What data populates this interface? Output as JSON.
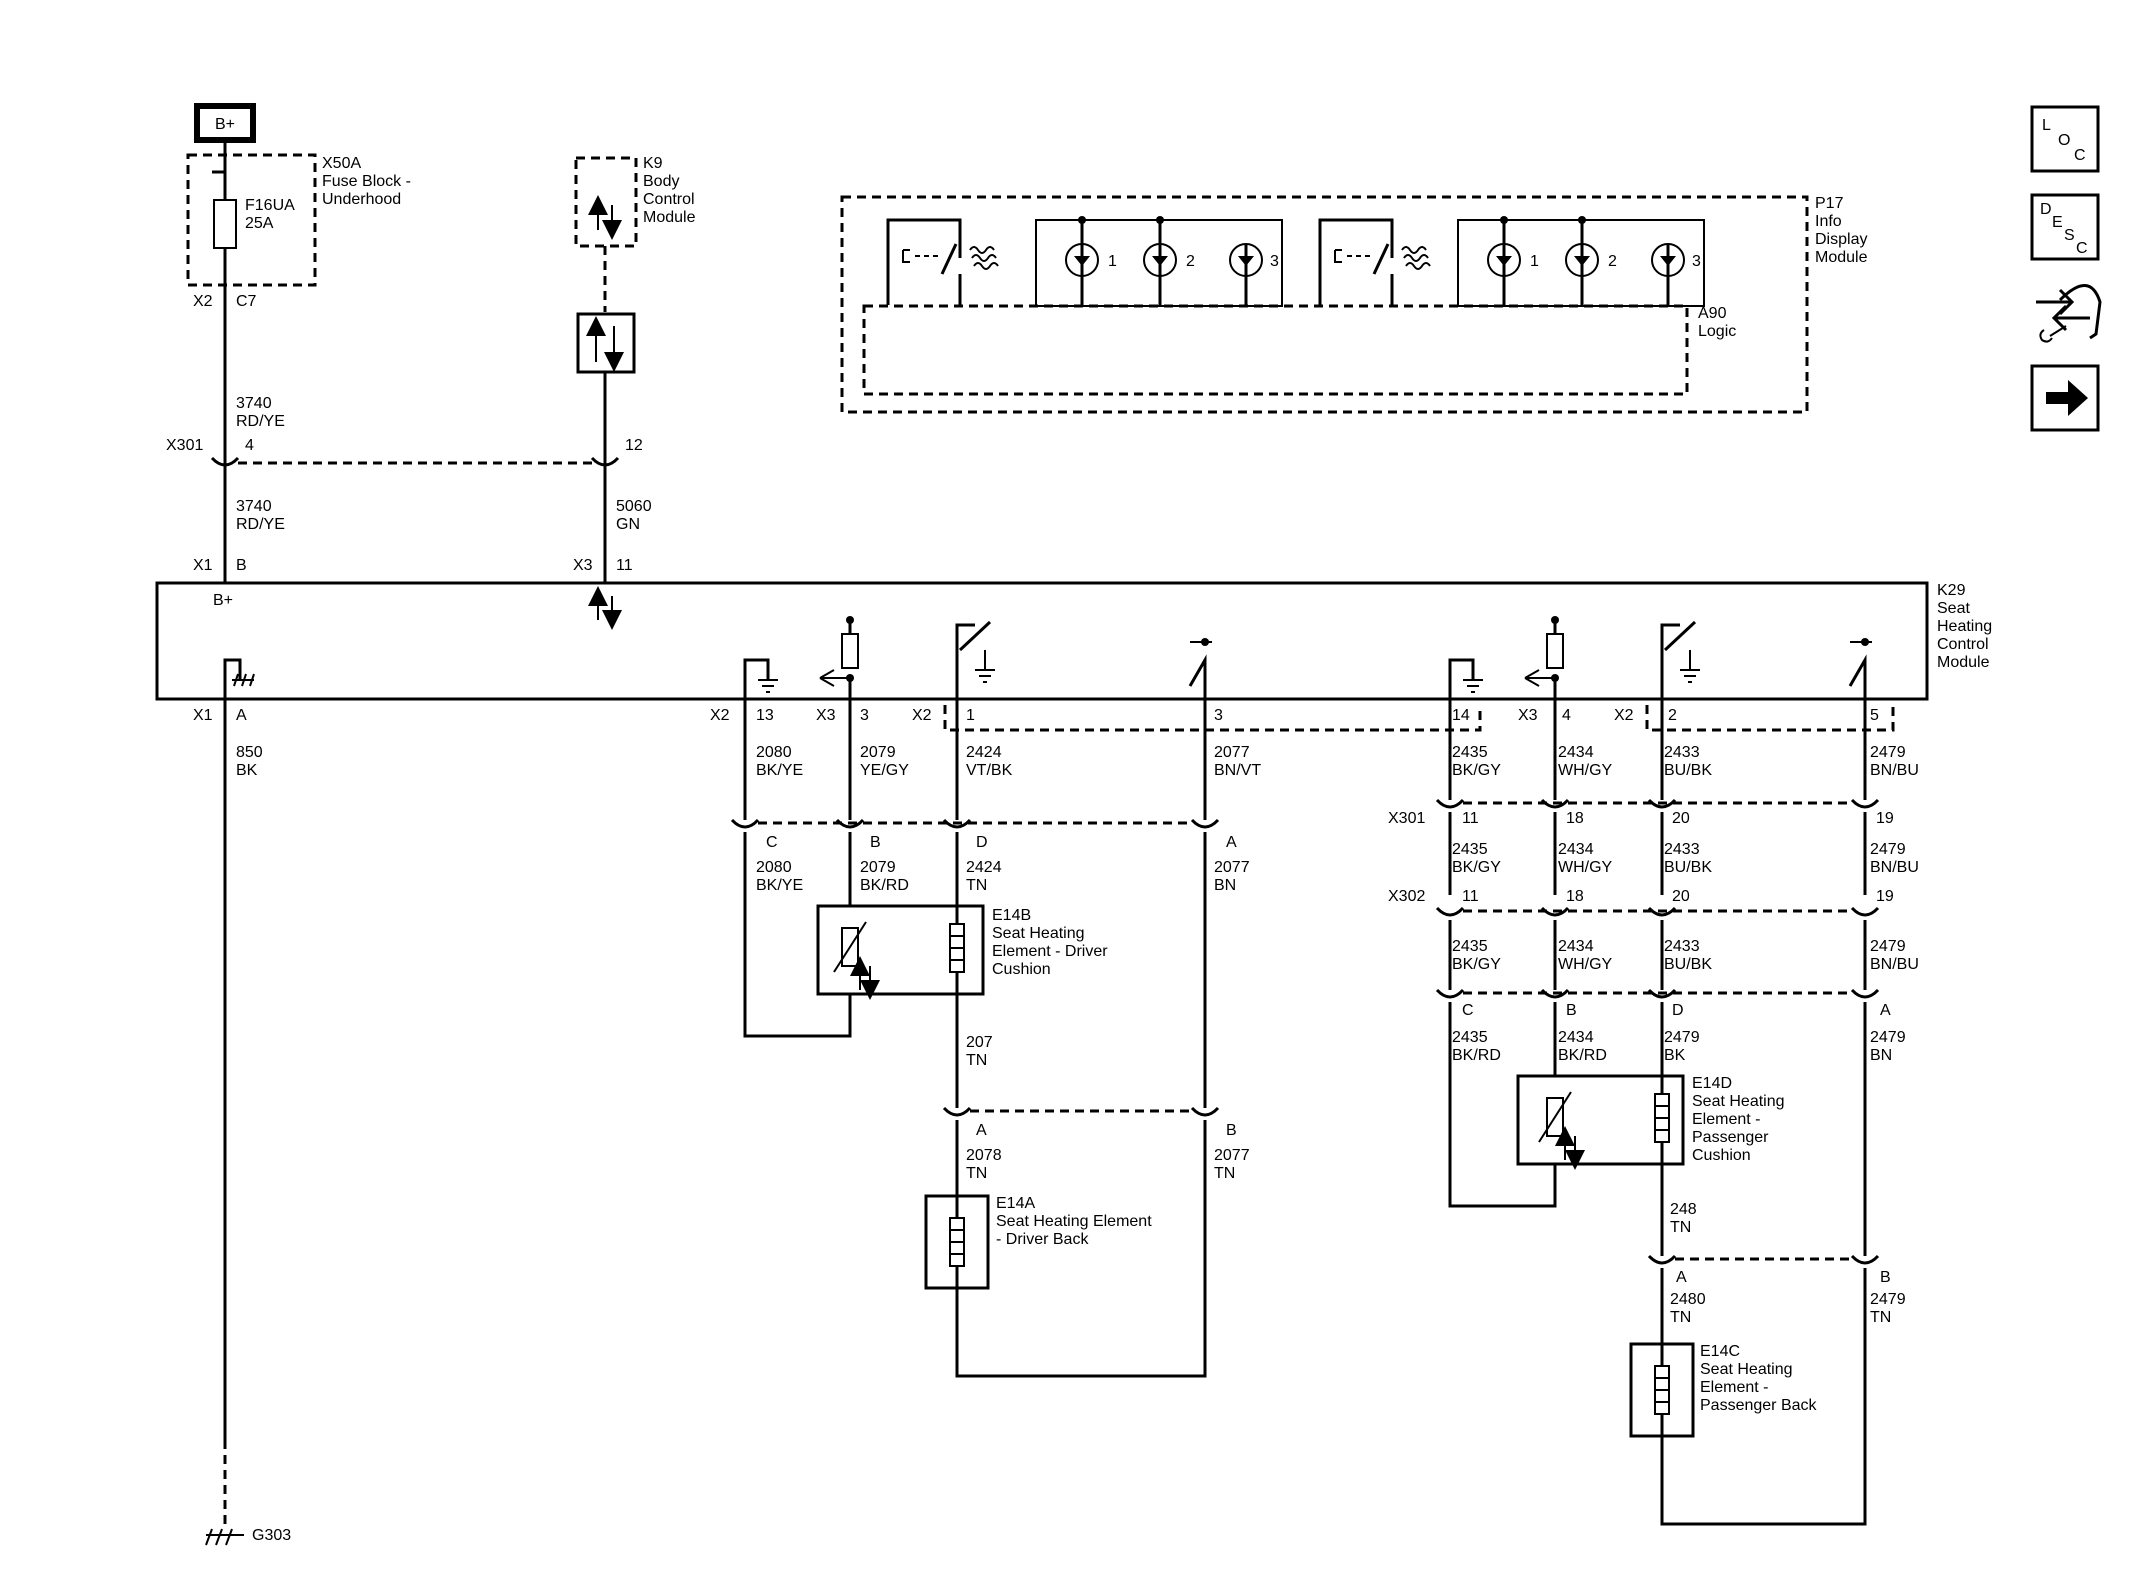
{
  "power": {
    "b_plus": "B+"
  },
  "fuse_block": {
    "id": "X50A",
    "name_l1": "Fuse Block -",
    "name_l2": "Underhood",
    "fuse_id": "F16UA",
    "fuse_rating": "25A",
    "conn": "X2",
    "pin": "C7"
  },
  "bcm": {
    "id": "K9",
    "name_l1": "Body",
    "name_l2": "Control",
    "name_l3": "Module"
  },
  "display": {
    "id": "P17",
    "name_l1": "Info",
    "name_l2": "Display",
    "name_l3": "Module",
    "logic_id": "A90",
    "logic_name": "Logic",
    "led_numbers": [
      "1",
      "2",
      "3"
    ]
  },
  "k29": {
    "id": "K29",
    "name_l1": "Seat",
    "name_l2": "Heating",
    "name_l3": "Control",
    "name_l4": "Module",
    "b_plus": "B+"
  },
  "connectors": {
    "x301": "X301",
    "x302": "X302",
    "x1": "X1",
    "x2": "X2",
    "x3": "X3"
  },
  "pins": {
    "x301_4": "4",
    "x301_12": "12",
    "x1_b": "B",
    "x3_11": "11",
    "x1_a": "A",
    "x2_13": "13",
    "x3_3": "3",
    "x2_1": "1",
    "pin3": "3",
    "p14": "14",
    "x3_4": "4",
    "x2_2": "2",
    "p5": "5",
    "c": "C",
    "b": "B",
    "d": "D",
    "a": "A",
    "p11": "11",
    "p18": "18",
    "p20": "20",
    "p19": "19"
  },
  "wires": {
    "w3740": "3740",
    "rdye": "RD/YE",
    "w5060": "5060",
    "gn": "GN",
    "w850": "850",
    "bk": "BK",
    "w2080": "2080",
    "bkye": "BK/YE",
    "w2079": "2079",
    "yegy": "YE/GY",
    "w2424": "2424",
    "vtbk": "VT/BK",
    "w2077": "2077",
    "bnvt": "BN/VT",
    "bkrd": "BK/RD",
    "tn": "TN",
    "bn": "BN",
    "w207": "207",
    "w2078": "2078",
    "w2435": "2435",
    "bkgy": "BK/GY",
    "w2434": "2434",
    "whgy": "WH/GY",
    "w2433": "2433",
    "bubk": "BU/BK",
    "w2479": "2479",
    "bnbu": "BN/BU",
    "bkrd2": "BK/RD",
    "w248": "248",
    "w2480": "2480"
  },
  "e14b": {
    "id": "E14B",
    "l1": "Seat Heating",
    "l2": "Element - Driver",
    "l3": "Cushion"
  },
  "e14a": {
    "id": "E14A",
    "l1": "Seat Heating Element",
    "l2": "- Driver Back"
  },
  "e14d": {
    "id": "E14D",
    "l1": "Seat Heating",
    "l2": "Element -",
    "l3": "Passenger",
    "l4": "Cushion"
  },
  "e14c": {
    "id": "E14C",
    "l1": "Seat Heating",
    "l2": "Element -",
    "l3": "Passenger Back"
  },
  "ground": {
    "id": "G303"
  },
  "nav": {
    "loc": [
      "L",
      "O",
      "C"
    ],
    "desc": [
      "D",
      "E",
      "S",
      "C"
    ]
  }
}
